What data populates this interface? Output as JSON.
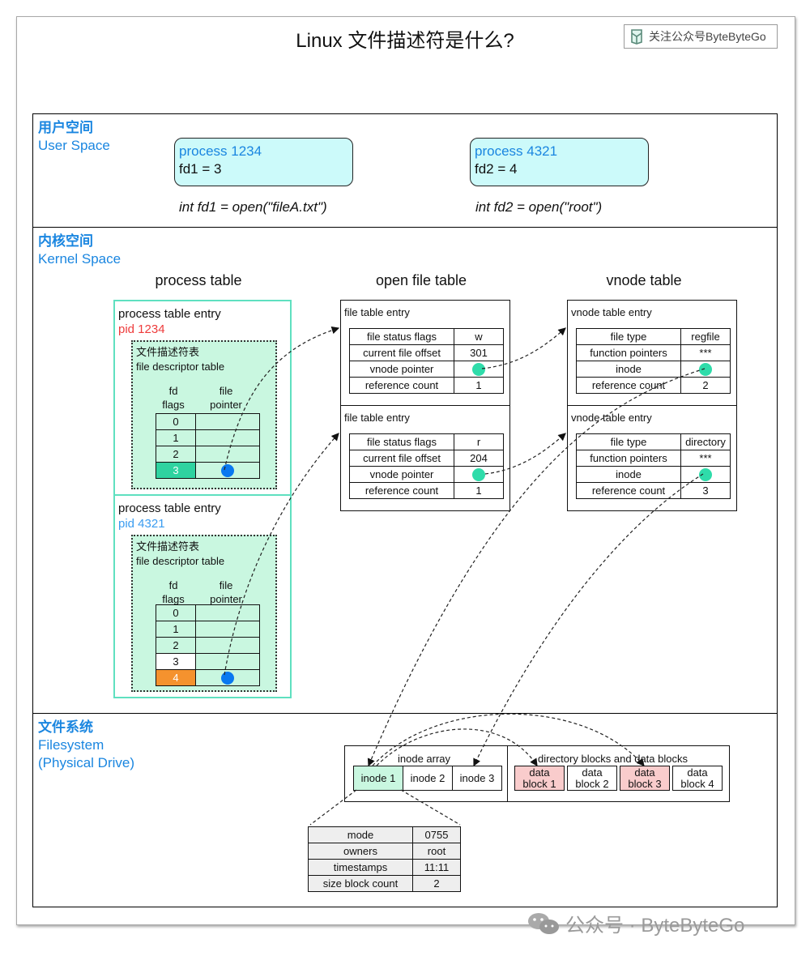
{
  "title": "Linux 文件描述符是什么?",
  "badge": {
    "label": "关注公众号ByteByteGo",
    "icon": "bytebytego-logo-icon"
  },
  "colors": {
    "accent_blue": "#1a86e0",
    "pid_red": "#ee3b3b",
    "teal_border": "#5fe0c0",
    "fd_bg": "#c9f7e0",
    "pointer_blue": "#0a78f0",
    "pointer_green": "#2fdcaa",
    "fd3_highlight": "#2fd3a0",
    "fd4_highlight": "#f5922e",
    "data_block_red": "#f9cccc",
    "process_box": "#ccfafa"
  },
  "user_space": {
    "label_zh": "用户空间",
    "label_en": "User Space",
    "processes": [
      {
        "name": "process 1234",
        "fd": "fd1 = 3",
        "code": "int fd1 = open(\"fileA.txt\")"
      },
      {
        "name": "process 4321",
        "fd": "fd2 = 4",
        "code": "int fd2 = open(\"root\")"
      }
    ]
  },
  "kernel_space": {
    "label_zh": "内核空间",
    "label_en": "Kernel Space",
    "process_table": {
      "title": "process table",
      "entries": [
        {
          "label": "process table entry",
          "pid": "pid 1234",
          "fdt_zh": "文件描述符表",
          "fdt_en": "file descriptor table",
          "col1": "fd\nflags",
          "col1a": "fd",
          "col1b": "flags",
          "col2a": "file",
          "col2b": "pointer",
          "rows": [
            "0",
            "1",
            "2",
            "3"
          ],
          "active": "3"
        },
        {
          "label": "process table entry",
          "pid": "pid 4321",
          "fdt_zh": "文件描述符表",
          "fdt_en": "file descriptor table",
          "col1a": "fd",
          "col1b": "flags",
          "col2a": "file",
          "col2b": "pointer",
          "rows": [
            "0",
            "1",
            "2",
            "3",
            "4"
          ],
          "active": "4"
        }
      ]
    },
    "open_file_table": {
      "title": "open file table",
      "entries": [
        {
          "label": "file table entry",
          "rows": [
            {
              "k": "file status flags",
              "v": "w"
            },
            {
              "k": "current file offset",
              "v": "301"
            },
            {
              "k": "vnode pointer",
              "v": ""
            },
            {
              "k": "reference count",
              "v": "1"
            }
          ]
        },
        {
          "label": "file table entry",
          "rows": [
            {
              "k": "file status flags",
              "v": "r"
            },
            {
              "k": "current file offset",
              "v": "204"
            },
            {
              "k": "vnode pointer",
              "v": ""
            },
            {
              "k": "reference count",
              "v": "1"
            }
          ]
        }
      ]
    },
    "vnode_table": {
      "title": "vnode table",
      "entries": [
        {
          "label": "vnode table entry",
          "rows": [
            {
              "k": "file type",
              "v": "regfile"
            },
            {
              "k": "function pointers",
              "v": "***"
            },
            {
              "k": "inode",
              "v": ""
            },
            {
              "k": "reference count",
              "v": "2"
            }
          ]
        },
        {
          "label": "vnode table entry",
          "rows": [
            {
              "k": "file type",
              "v": "directory"
            },
            {
              "k": "function pointers",
              "v": "***"
            },
            {
              "k": "inode",
              "v": ""
            },
            {
              "k": "reference count",
              "v": "3"
            }
          ]
        }
      ]
    }
  },
  "filesystem": {
    "label_zh": "文件系统",
    "label_en": "Filesystem",
    "label_en2": "(Physical Drive)",
    "inode_array": {
      "label": "inode array",
      "items": [
        "inode 1",
        "inode 2",
        "inode 3"
      ]
    },
    "data_blocks": {
      "label": "directory blocks and data blocks",
      "items": [
        {
          "l1": "data",
          "l2": "block 1",
          "hl": true
        },
        {
          "l1": "data",
          "l2": "block 2",
          "hl": false
        },
        {
          "l1": "data",
          "l2": "block 3",
          "hl": true
        },
        {
          "l1": "data",
          "l2": "block 4",
          "hl": false
        }
      ]
    },
    "inode_detail": [
      {
        "k": "mode",
        "v": "0755"
      },
      {
        "k": "owners",
        "v": "root"
      },
      {
        "k": "timestamps",
        "v": "11:11"
      },
      {
        "k": "size block count",
        "v": "2"
      }
    ]
  },
  "watermark": {
    "text": "公众号 · ByteByteGo",
    "icon": "wechat-icon"
  }
}
